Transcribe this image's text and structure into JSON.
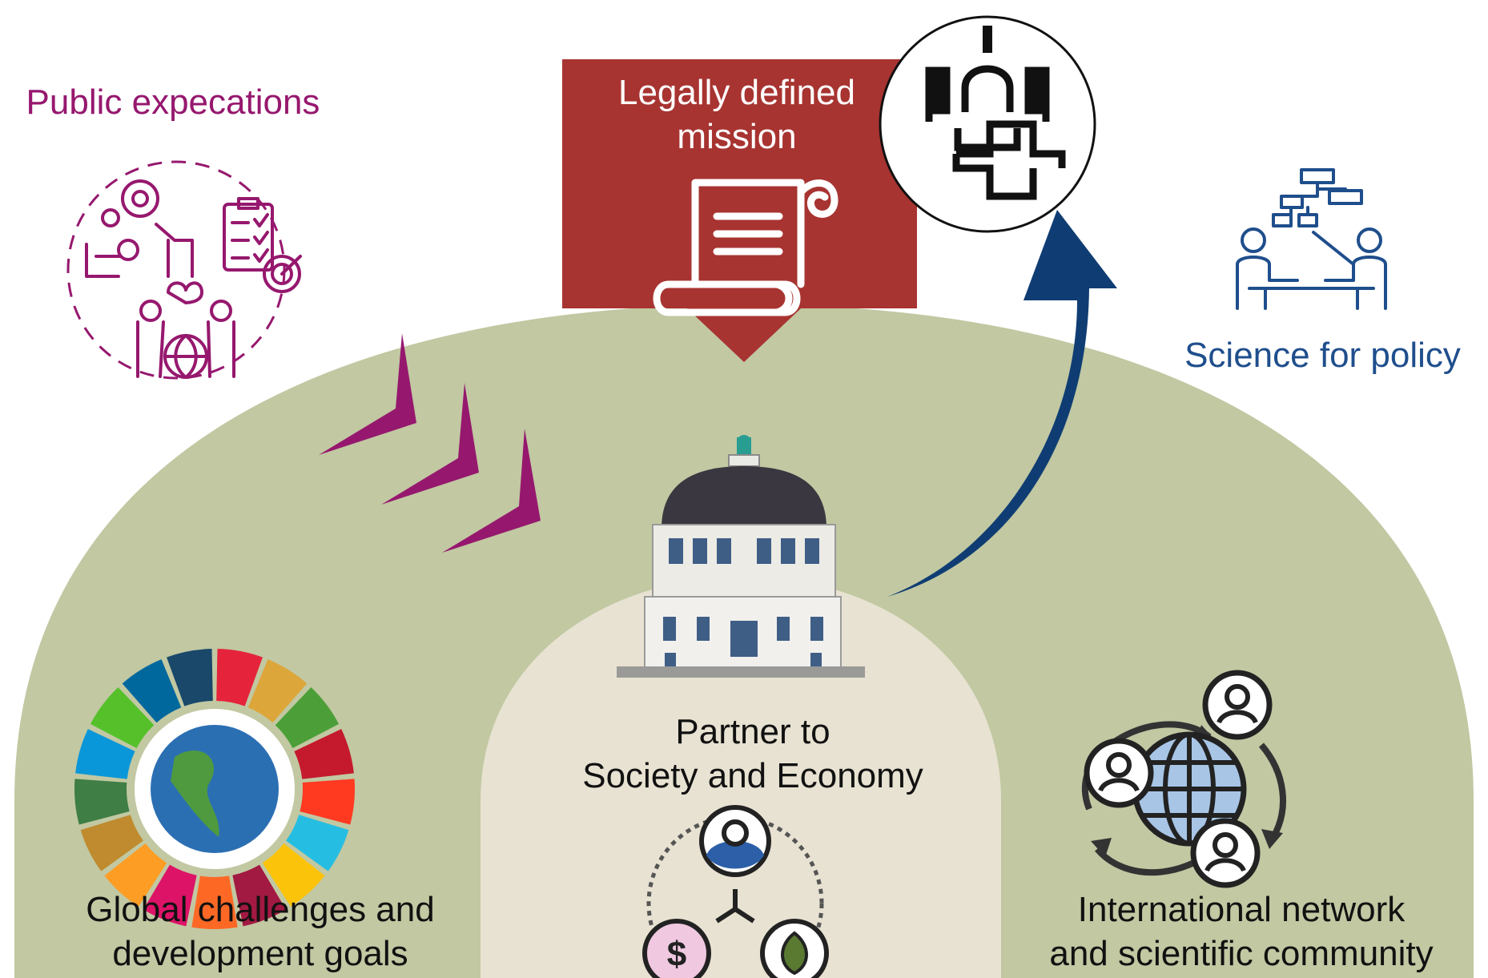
{
  "colors": {
    "outer_band": "#c1c8a2",
    "inner_arch": "#e8e2d2",
    "mission_red": "#a73431",
    "public_purple": "#96186e",
    "policy_blue": "#1f4e8c",
    "arrow_blue": "#0f3d73"
  },
  "labels": {
    "public_expectations": "Public expecations",
    "legally_defined_mission": [
      "Legally defined",
      "mission"
    ],
    "science_for_policy": "Science for policy",
    "partner": [
      "Partner to",
      "Society and Economy"
    ],
    "global_challenges": [
      "Global challenges and",
      "development goals"
    ],
    "international_network": [
      "International network",
      "and scientific community"
    ]
  },
  "icons": {
    "public": "stakeholder-expectations-icon",
    "mission": "scroll-document-icon",
    "emblem": "institution-emblem-icon",
    "policy": "meeting-orgchart-icon",
    "building": "domed-building-icon",
    "sdg": "sdg-wheel-icon",
    "partner_cycle": "people-money-environment-icon",
    "network": "globe-network-icon"
  }
}
